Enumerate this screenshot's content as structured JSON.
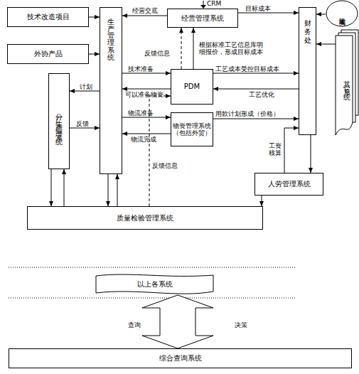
{
  "diagram": {
    "nodes": [
      {
        "text": [
          "技术改造项目"
        ]
      },
      {
        "text": [
          "外协产品"
        ]
      },
      {
        "text": [
          "生产管理系统"
        ]
      },
      {
        "text": [
          "经营管理系统"
        ]
      },
      {
        "text": [
          "实际成本"
        ]
      },
      {
        "text": [
          "其它系统"
        ]
      },
      {
        "text": [
          "财务处"
        ]
      },
      {
        "text": [
          "分厂生产管理系统"
        ]
      },
      {
        "text": [
          "PDM"
        ]
      },
      {
        "text": [
          "物资管理系统（包括外贸）"
        ]
      },
      {
        "text": [
          "人劳管理系统"
        ]
      },
      {
        "text": [
          "质量检验管理系统"
        ]
      },
      {
        "text": [
          "以上各系统"
        ]
      },
      {
        "text": [
          "综合查询系统"
        ]
      }
    ],
    "edges": [
      {
        "from": 0,
        "to": 2,
        "arrow": "to"
      },
      {
        "from": 1,
        "to": 2,
        "arrow": "to"
      },
      {
        "from": 3,
        "to": 2,
        "arrow": "to",
        "label": "经营交底"
      },
      {
        "from": 3,
        "to": 6,
        "arrow": "to",
        "label": "目标成本"
      },
      {
        "from": 4,
        "to": 6,
        "arrow": "to"
      },
      {
        "from": 5,
        "to": 6,
        "arrow": "to"
      },
      {
        "from": 8,
        "to": 3,
        "arrow": "to",
        "label": "根据标准工艺信息库明细报价，形成目标成本"
      },
      {
        "from": 8,
        "to": 3,
        "arrow": "to",
        "label": "反馈信息"
      },
      {
        "from": 2,
        "to": 8,
        "arrow": "to",
        "label": "技术准备"
      },
      {
        "from": 8,
        "to": 2,
        "arrow": "to",
        "label": "可以准备物资"
      },
      {
        "from": 8,
        "to": 6,
        "arrow": "to",
        "label": "工艺成本受控目标成本"
      },
      {
        "from": 6,
        "to": 8,
        "arrow": "to",
        "label": "工艺优化"
      },
      {
        "from": 2,
        "to": 9,
        "arrow": "to",
        "label": "物流准备"
      },
      {
        "from": 9,
        "to": 2,
        "arrow": "to",
        "label": "物流完成"
      },
      {
        "from": 9,
        "to": 6,
        "arrow": "to",
        "label": "用款计划形成（价格）"
      },
      {
        "from": 2,
        "to": 7,
        "arrow": "to",
        "label": "计划"
      },
      {
        "from": 7,
        "to": 2,
        "arrow": "to",
        "label": "反馈"
      },
      {
        "from": 11,
        "to": 8,
        "arrow": "to",
        "label": "反馈信息"
      },
      {
        "from": 10,
        "to": 6,
        "arrow": "to",
        "label": "工资核算"
      },
      {
        "from": 6,
        "to": 10,
        "arrow": "to"
      },
      {
        "from": 10,
        "to": 11,
        "arrow": "to"
      },
      {
        "from": 7,
        "to": 11,
        "arrow": "to"
      },
      {
        "from": 11,
        "to": 7,
        "arrow": "to"
      },
      {
        "from": 2,
        "to": 11,
        "arrow": "to"
      },
      {
        "from": 11,
        "to": 2,
        "arrow": "to"
      },
      {
        "from": 12,
        "to": 13,
        "arrow": "both"
      }
    ],
    "labels": [
      "CRM",
      "查询",
      "决策"
    ]
  }
}
